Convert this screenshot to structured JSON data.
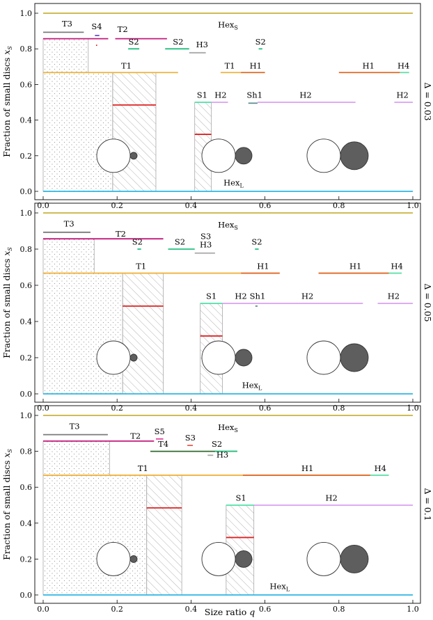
{
  "chart_data": {
    "type": "line",
    "xlabel": "Size ratio q",
    "ylabel": "Fraction of small discs x_S",
    "xlim": [
      0,
      1
    ],
    "ylim": [
      0,
      1
    ],
    "x_ticks": [
      "0.0",
      "0.2",
      "0.4",
      "0.6",
      "0.8",
      "1.0"
    ],
    "y_ticks": [
      "0.0",
      "0.2",
      "0.4",
      "0.6",
      "0.8",
      "1.0"
    ],
    "colors": {
      "HexS": "#c9b23c",
      "HexL": "#2bb6e6",
      "T1": "#f0b23c",
      "T2": "#c2187a",
      "T3": "#7a7a7a",
      "T4": "#2f6b2f",
      "S1": "#4fe0a8",
      "S2": "#22c07e",
      "S3": "#e06050",
      "S4": "#6b4fc8",
      "S5": "#e0409a",
      "H1": "#e06622",
      "H2": "#d9a0f0",
      "H3": "#a8a8a8",
      "H4": "#5fe0a8",
      "Sh1": "#5f8f8f",
      "marker": "#e02020"
    },
    "panels": [
      {
        "delta_label": "Δ = 0.03",
        "lines": [
          {
            "name": "Hex_S",
            "x": [
              0,
              1
            ],
            "y": 1.0,
            "color": "HexS"
          },
          {
            "name": "Hex_L",
            "x": [
              0,
              1
            ],
            "y": 0.0,
            "color": "HexL"
          },
          {
            "name": "T3",
            "x": [
              0,
              0.11
            ],
            "y": 0.893,
            "color": "T3"
          },
          {
            "name": "",
            "x": [
              0,
              0.176
            ],
            "y": 0.857,
            "color": "T2"
          },
          {
            "name": "S4",
            "x": [
              0.14,
              0.152
            ],
            "y": 0.875,
            "color": "S4"
          },
          {
            "name": "T2",
            "x": [
              0.195,
              0.335
            ],
            "y": 0.857,
            "color": "T2"
          },
          {
            "name": "S2",
            "x": [
              0.23,
              0.26
            ],
            "y": 0.8,
            "color": "S2"
          },
          {
            "name": "S2",
            "x": [
              0.33,
              0.395
            ],
            "y": 0.8,
            "color": "S2"
          },
          {
            "name": "H3",
            "x": [
              0.395,
              0.44
            ],
            "y": 0.778,
            "color": "H3"
          },
          {
            "name": "S2",
            "x": [
              0.583,
              0.593
            ],
            "y": 0.8,
            "color": "S2"
          },
          {
            "name": "T1",
            "x": [
              0,
              0.365
            ],
            "y": 0.667,
            "color": "T1"
          },
          {
            "name": "T1",
            "x": [
              0.48,
              0.535
            ],
            "y": 0.667,
            "color": "T1"
          },
          {
            "name": "H1",
            "x": [
              0.535,
              0.6
            ],
            "y": 0.667,
            "color": "H1"
          },
          {
            "name": "H1",
            "x": [
              0.8,
              0.965
            ],
            "y": 0.667,
            "color": "H1"
          },
          {
            "name": "H4",
            "x": [
              0.965,
              0.99
            ],
            "y": 0.667,
            "color": "H4"
          },
          {
            "name": "S1",
            "x": [
              0.41,
              0.455
            ],
            "y": 0.5,
            "color": "S1"
          },
          {
            "name": "H2",
            "x": [
              0.455,
              0.5
            ],
            "y": 0.5,
            "color": "H2"
          },
          {
            "name": "Sh1",
            "x": [
              0.555,
              0.58
            ],
            "y": 0.495,
            "color": "Sh1"
          },
          {
            "name": "H2",
            "x": [
              0.58,
              0.845
            ],
            "y": 0.5,
            "color": "H2"
          },
          {
            "name": "H2",
            "x": [
              0.95,
              1.0
            ],
            "y": 0.5,
            "color": "H2"
          }
        ],
        "labels": [
          {
            "text": "T3",
            "x": 0.065,
            "y": 0.925
          },
          {
            "text": "S4",
            "x": 0.145,
            "y": 0.91
          },
          {
            "text": "T2",
            "x": 0.215,
            "y": 0.895
          },
          {
            "text": "S2",
            "x": 0.245,
            "y": 0.825
          },
          {
            "text": "S2",
            "x": 0.365,
            "y": 0.825
          },
          {
            "text": "H3",
            "x": 0.43,
            "y": 0.808
          },
          {
            "text": "S2",
            "x": 0.588,
            "y": 0.825
          },
          {
            "text": "T1",
            "x": 0.225,
            "y": 0.69
          },
          {
            "text": "T1",
            "x": 0.505,
            "y": 0.69
          },
          {
            "text": "H1",
            "x": 0.575,
            "y": 0.69
          },
          {
            "text": "H1",
            "x": 0.88,
            "y": 0.69
          },
          {
            "text": "H4",
            "x": 0.975,
            "y": 0.69
          },
          {
            "text": "S1",
            "x": 0.43,
            "y": 0.525
          },
          {
            "text": "H2",
            "x": 0.48,
            "y": 0.525
          },
          {
            "text": "Sh1",
            "x": 0.572,
            "y": 0.525
          },
          {
            "text": "H2",
            "x": 0.71,
            "y": 0.525
          },
          {
            "text": "H2",
            "x": 0.972,
            "y": 0.525
          }
        ],
        "hex_s_label": {
          "x": 0.5,
          "y": 0.935
        },
        "hex_l_label": {
          "x": 0.515,
          "y": 0.025
        },
        "regions": [
          {
            "pattern": "dots",
            "x": [
              0,
              0.188
            ],
            "y": [
              0,
              0.667
            ]
          },
          {
            "pattern": "hatch",
            "x": [
              0.188,
              0.305
            ],
            "y": [
              0,
              0.667
            ]
          },
          {
            "pattern": "dots",
            "x": [
              0,
              0.122
            ],
            "y": [
              0.667,
              0.857
            ]
          },
          {
            "pattern": "hatch",
            "x": [
              0.41,
              0.455
            ],
            "y": [
              0,
              0.5
            ]
          }
        ],
        "markers": [
          {
            "x": [
              0.188,
              0.305
            ],
            "y": 0.485
          },
          {
            "x": [
              0.41,
              0.455
            ],
            "y": 0.32
          },
          {
            "x": [
              0.143,
              0.146
            ],
            "y": 0.82
          }
        ],
        "discs": [
          {
            "big_r": 24,
            "small_r": 5
          },
          {
            "big_r": 24,
            "small_r": 12
          },
          {
            "big_r": 24,
            "small_r": 20
          }
        ]
      },
      {
        "delta_label": "Δ = 0.05",
        "lines": [
          {
            "name": "Hex_S",
            "x": [
              0,
              1
            ],
            "y": 1.0,
            "color": "HexS"
          },
          {
            "name": "Hex_L",
            "x": [
              0,
              1
            ],
            "y": 0.0,
            "color": "HexL"
          },
          {
            "name": "T3",
            "x": [
              0,
              0.128
            ],
            "y": 0.893,
            "color": "T3"
          },
          {
            "name": "T2",
            "x": [
              0,
              0.325
            ],
            "y": 0.857,
            "color": "T2"
          },
          {
            "name": "S2",
            "x": [
              0.255,
              0.265
            ],
            "y": 0.8,
            "color": "S2"
          },
          {
            "name": "S2",
            "x": [
              0.338,
              0.41
            ],
            "y": 0.8,
            "color": "S2"
          },
          {
            "name": "H3",
            "x": [
              0.41,
              0.465
            ],
            "y": 0.778,
            "color": "H3"
          },
          {
            "name": "S2",
            "x": [
              0.573,
              0.583
            ],
            "y": 0.8,
            "color": "S2"
          },
          {
            "name": "T1",
            "x": [
              0,
              0.535
            ],
            "y": 0.667,
            "color": "T1"
          },
          {
            "name": "H1",
            "x": [
              0.535,
              0.64
            ],
            "y": 0.667,
            "color": "H1"
          },
          {
            "name": "H1",
            "x": [
              0.745,
              0.935
            ],
            "y": 0.667,
            "color": "H1"
          },
          {
            "name": "H4",
            "x": [
              0.935,
              0.97
            ],
            "y": 0.667,
            "color": "H4"
          },
          {
            "name": "S1",
            "x": [
              0.425,
              0.485
            ],
            "y": 0.5,
            "color": "S1"
          },
          {
            "name": "H2",
            "x": [
              0.485,
              0.865
            ],
            "y": 0.5,
            "color": "H2"
          },
          {
            "name": "Sh1",
            "x": [
              0.574,
              0.58
            ],
            "y": 0.485,
            "color": "Sh1"
          },
          {
            "name": "H2",
            "x": [
              0.905,
              1.0
            ],
            "y": 0.5,
            "color": "H2"
          }
        ],
        "labels": [
          {
            "text": "T3",
            "x": 0.07,
            "y": 0.925
          },
          {
            "text": "T2",
            "x": 0.21,
            "y": 0.87
          },
          {
            "text": "S2",
            "x": 0.255,
            "y": 0.825
          },
          {
            "text": "S2",
            "x": 0.37,
            "y": 0.825
          },
          {
            "text": "S3",
            "x": 0.44,
            "y": 0.855
          },
          {
            "text": "H3",
            "x": 0.44,
            "y": 0.81
          },
          {
            "text": "S2",
            "x": 0.578,
            "y": 0.825
          },
          {
            "text": "T1",
            "x": 0.265,
            "y": 0.69
          },
          {
            "text": "H1",
            "x": 0.595,
            "y": 0.69
          },
          {
            "text": "H1",
            "x": 0.845,
            "y": 0.69
          },
          {
            "text": "H4",
            "x": 0.957,
            "y": 0.69
          },
          {
            "text": "S1",
            "x": 0.455,
            "y": 0.525
          },
          {
            "text": "H2",
            "x": 0.535,
            "y": 0.525
          },
          {
            "text": "Sh1",
            "x": 0.58,
            "y": 0.525
          },
          {
            "text": "H2",
            "x": 0.715,
            "y": 0.525
          },
          {
            "text": "H2",
            "x": 0.948,
            "y": 0.525
          }
        ],
        "hex_s_label": {
          "x": 0.5,
          "y": 0.935
        },
        "hex_l_label": {
          "x": 0.565,
          "y": 0.025
        },
        "regions": [
          {
            "pattern": "dots",
            "x": [
              0,
              0.215
            ],
            "y": [
              0,
              0.667
            ]
          },
          {
            "pattern": "hatch",
            "x": [
              0.215,
              0.325
            ],
            "y": [
              0,
              0.667
            ]
          },
          {
            "pattern": "dots",
            "x": [
              0,
              0.138
            ],
            "y": [
              0.667,
              0.857
            ]
          },
          {
            "pattern": "hatch",
            "x": [
              0.425,
              0.485
            ],
            "y": [
              0,
              0.5
            ]
          }
        ],
        "markers": [
          {
            "x": [
              0.215,
              0.325
            ],
            "y": 0.485
          },
          {
            "x": [
              0.425,
              0.485
            ],
            "y": 0.32
          }
        ],
        "discs": [
          {
            "big_r": 24,
            "small_r": 5
          },
          {
            "big_r": 24,
            "small_r": 12
          },
          {
            "big_r": 24,
            "small_r": 20
          }
        ]
      },
      {
        "delta_label": "Δ = 0.1",
        "lines": [
          {
            "name": "Hex_S",
            "x": [
              0,
              1
            ],
            "y": 1.0,
            "color": "HexS"
          },
          {
            "name": "Hex_L",
            "x": [
              0,
              1
            ],
            "y": 0.0,
            "color": "HexL"
          },
          {
            "name": "T3",
            "x": [
              0,
              0.175
            ],
            "y": 0.893,
            "color": "T3"
          },
          {
            "name": "T2",
            "x": [
              0,
              0.3
            ],
            "y": 0.857,
            "color": "T2"
          },
          {
            "name": "S5",
            "x": [
              0.305,
              0.325
            ],
            "y": 0.869,
            "color": "S5"
          },
          {
            "name": "S3",
            "x": [
              0.39,
              0.405
            ],
            "y": 0.833,
            "color": "S3"
          },
          {
            "name": "T4",
            "x": [
              0.29,
              0.525
            ],
            "y": 0.8,
            "color": "T4"
          },
          {
            "name": "S2",
            "x": [
              0.465,
              0.525
            ],
            "y": 0.8,
            "color": "S2"
          },
          {
            "name": "H3",
            "x": [
              0.445,
              0.46
            ],
            "y": 0.778,
            "color": "H3"
          },
          {
            "name": "T1",
            "x": [
              0,
              0.54
            ],
            "y": 0.667,
            "color": "T1"
          },
          {
            "name": "H1",
            "x": [
              0.54,
              0.885
            ],
            "y": 0.667,
            "color": "H1"
          },
          {
            "name": "H4",
            "x": [
              0.885,
              0.935
            ],
            "y": 0.667,
            "color": "H4"
          },
          {
            "name": "S1",
            "x": [
              0.495,
              0.57
            ],
            "y": 0.5,
            "color": "S1"
          },
          {
            "name": "H2",
            "x": [
              0.57,
              1.0
            ],
            "y": 0.5,
            "color": "H2"
          }
        ],
        "labels": [
          {
            "text": "T3",
            "x": 0.085,
            "y": 0.925
          },
          {
            "text": "T2",
            "x": 0.25,
            "y": 0.87
          },
          {
            "text": "S5",
            "x": 0.315,
            "y": 0.895
          },
          {
            "text": "T4",
            "x": 0.325,
            "y": 0.825
          },
          {
            "text": "S3",
            "x": 0.398,
            "y": 0.86
          },
          {
            "text": "S2",
            "x": 0.47,
            "y": 0.825
          },
          {
            "text": "H3",
            "x": 0.485,
            "y": 0.765
          },
          {
            "text": "T1",
            "x": 0.27,
            "y": 0.69
          },
          {
            "text": "H1",
            "x": 0.715,
            "y": 0.69
          },
          {
            "text": "H4",
            "x": 0.912,
            "y": 0.69
          },
          {
            "text": "S1",
            "x": 0.535,
            "y": 0.525
          },
          {
            "text": "H2",
            "x": 0.78,
            "y": 0.525
          }
        ],
        "hex_s_label": {
          "x": 0.5,
          "y": 0.935
        },
        "hex_l_label": {
          "x": 0.64,
          "y": 0.025
        },
        "regions": [
          {
            "pattern": "dots",
            "x": [
              0,
              0.28
            ],
            "y": [
              0,
              0.667
            ]
          },
          {
            "pattern": "hatch",
            "x": [
              0.28,
              0.375
            ],
            "y": [
              0,
              0.667
            ]
          },
          {
            "pattern": "dots",
            "x": [
              0,
              0.18
            ],
            "y": [
              0.667,
              0.857
            ]
          },
          {
            "pattern": "hatch",
            "x": [
              0.495,
              0.57
            ],
            "y": [
              0,
              0.5
            ]
          }
        ],
        "markers": [
          {
            "x": [
              0.28,
              0.375
            ],
            "y": 0.485
          },
          {
            "x": [
              0.495,
              0.57
            ],
            "y": 0.32
          }
        ],
        "discs": [
          {
            "big_r": 24,
            "small_r": 5
          },
          {
            "big_r": 24,
            "small_r": 12
          },
          {
            "big_r": 24,
            "small_r": 20
          }
        ]
      }
    ]
  }
}
